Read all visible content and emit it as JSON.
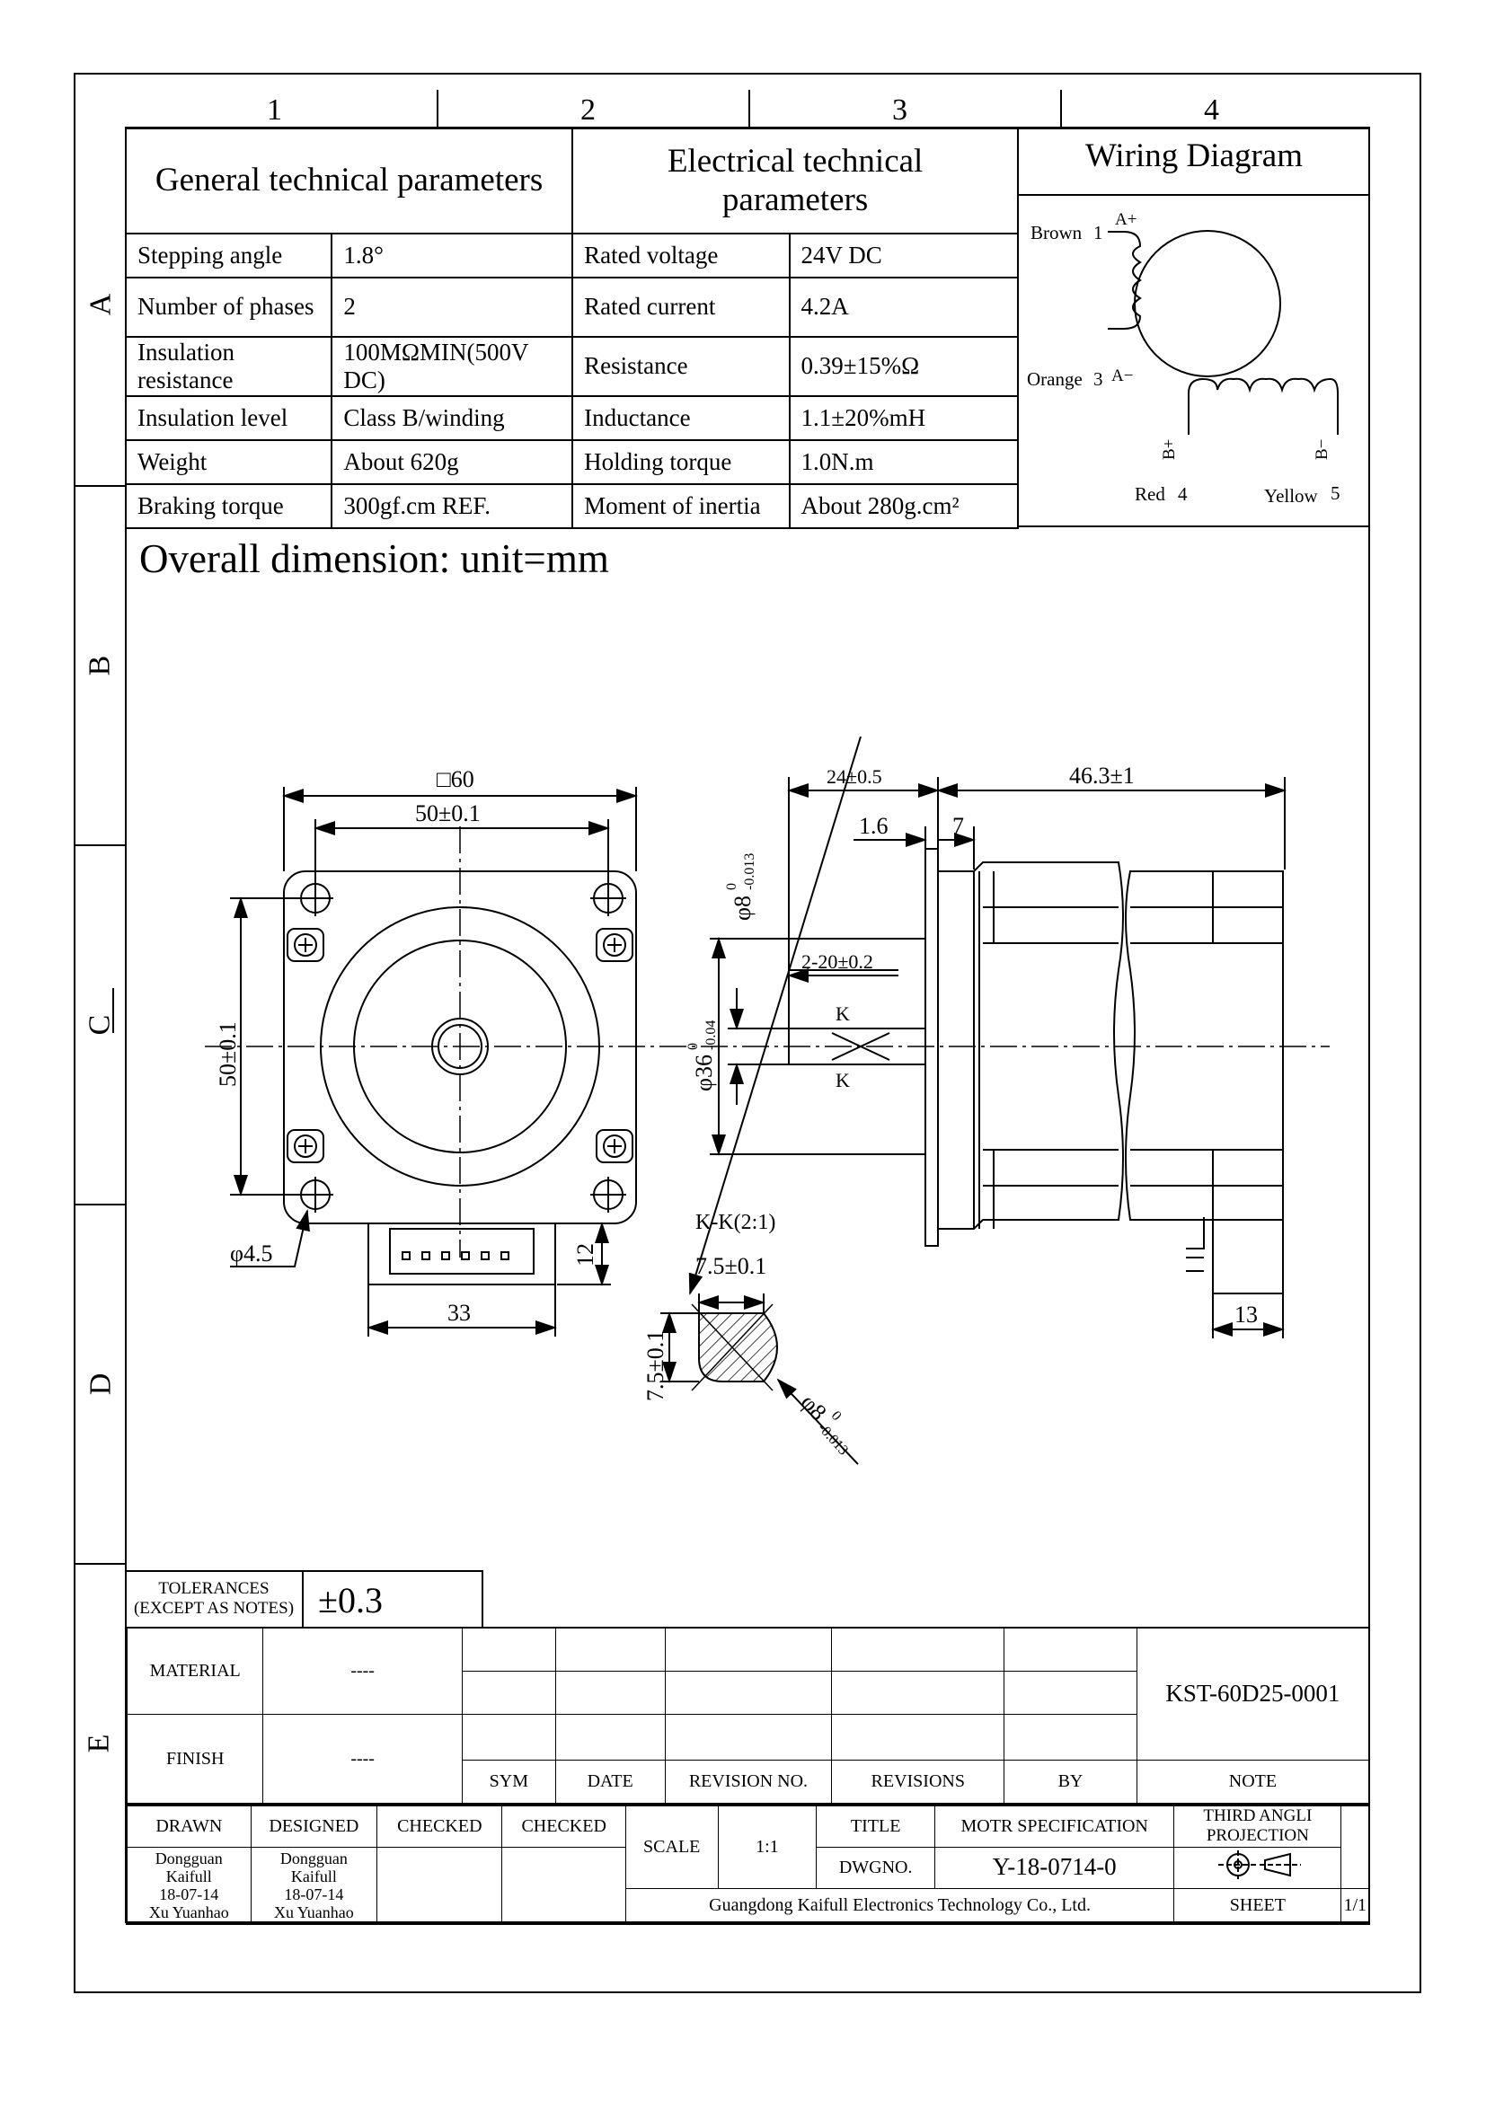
{
  "zones": {
    "columns": [
      "1",
      "2",
      "3",
      "4"
    ],
    "rows": [
      "A",
      "B",
      "C",
      "D",
      "E"
    ]
  },
  "spec": {
    "general_header": "General technical parameters",
    "electrical_header": "Electrical technical parameters",
    "wiring_header": "Wiring Diagram",
    "rows": [
      {
        "g_label": "Stepping angle",
        "g_value": "1.8°",
        "e_label": "Rated voltage",
        "e_value": "24V DC"
      },
      {
        "g_label": "Number of phases",
        "g_value": "2",
        "e_label": "Rated current",
        "e_value": "4.2A"
      },
      {
        "g_label": "Insulation resistance",
        "g_value": "100MΩMIN(500V DC)",
        "e_label": "Resistance",
        "e_value": "0.39±15%Ω"
      },
      {
        "g_label": "Insulation level",
        "g_value": "Class B/winding",
        "e_label": "Inductance",
        "e_value": "1.1±20%mH"
      },
      {
        "g_label": "Weight",
        "g_value": "About 620g",
        "e_label": "Holding torque",
        "e_value": "1.0N.m"
      },
      {
        "g_label": "Braking torque",
        "g_value": "300gf.cm REF.",
        "e_label": "Moment of inertia",
        "e_value": "About 280g.cm²"
      }
    ]
  },
  "wiring": {
    "brown": "Brown",
    "brown_num": "1",
    "a_plus": "A+",
    "orange": "Orange",
    "orange_num": "3",
    "a_minus": "A−",
    "b_plus": "B+",
    "b_minus": "B−",
    "red": "Red",
    "red_num": "4",
    "yellow": "Yellow",
    "yellow_num": "5"
  },
  "overall_title": "Overall dimension: unit=mm",
  "dims": {
    "square": "□60",
    "hole_spacing_h": "50±0.1",
    "hole_spacing_v": "50±0.1",
    "hole_dia": "φ4.5",
    "connector_w": "33",
    "connector_h": "12",
    "shaft_len": "24±0.5",
    "body_len": "46.3±1",
    "boss_h": "1.6",
    "flange_t": "7",
    "flat_len": "2-20±0.2",
    "section_mark": "K",
    "shaft_dia": "φ8",
    "shaft_tol_up": "0",
    "shaft_tol_dn": "-0.013",
    "boss_dia": "φ36",
    "boss_tol_up": "0",
    "boss_tol_dn": "-0.04",
    "section_title": "K-K(2:1)",
    "section_w": "7.5±0.1",
    "section_h": "7.5±0.1",
    "section_dia": "φ8",
    "section_tol_up": "0",
    "section_tol_dn": "-0.013",
    "terminal_w": "13"
  },
  "title_block": {
    "tolerances_label": "TOLERANCES",
    "tolerances_note": "(EXCEPT AS NOTES)",
    "tolerances_value": "±0.3",
    "material_label": "MATERIAL",
    "material_value": "----",
    "finish_label": "FINISH",
    "finish_value": "----",
    "part_number": "KST-60D25-0001",
    "rev_headers": [
      "SYM",
      "DATE",
      "REVISION NO.",
      "REVISIONS",
      "BY",
      "NOTE"
    ],
    "drawn": "DRAWN",
    "designed": "DESIGNED",
    "checked1": "CHECKED",
    "checked2": "CHECKED",
    "drawn_by": [
      "Dongguan",
      "Kaifull",
      "18-07-14",
      "Xu Yuanhao"
    ],
    "designed_by": [
      "Dongguan",
      "Kaifull",
      "18-07-14",
      "Xu Yuanhao"
    ],
    "scale_label": "SCALE",
    "scale_value": "1:1",
    "title_label": "TITLE",
    "title_value": "MOTR SPECIFICATION",
    "projection": "THIRD ANGLI PROJECTION",
    "dwg_label": "DWGNO.",
    "dwg_value": "Y-18-0714-0",
    "company": "Guangdong Kaifull Electronics Technology Co., Ltd.",
    "sheet_label": "SHEET",
    "sheet_value": "1/1"
  }
}
